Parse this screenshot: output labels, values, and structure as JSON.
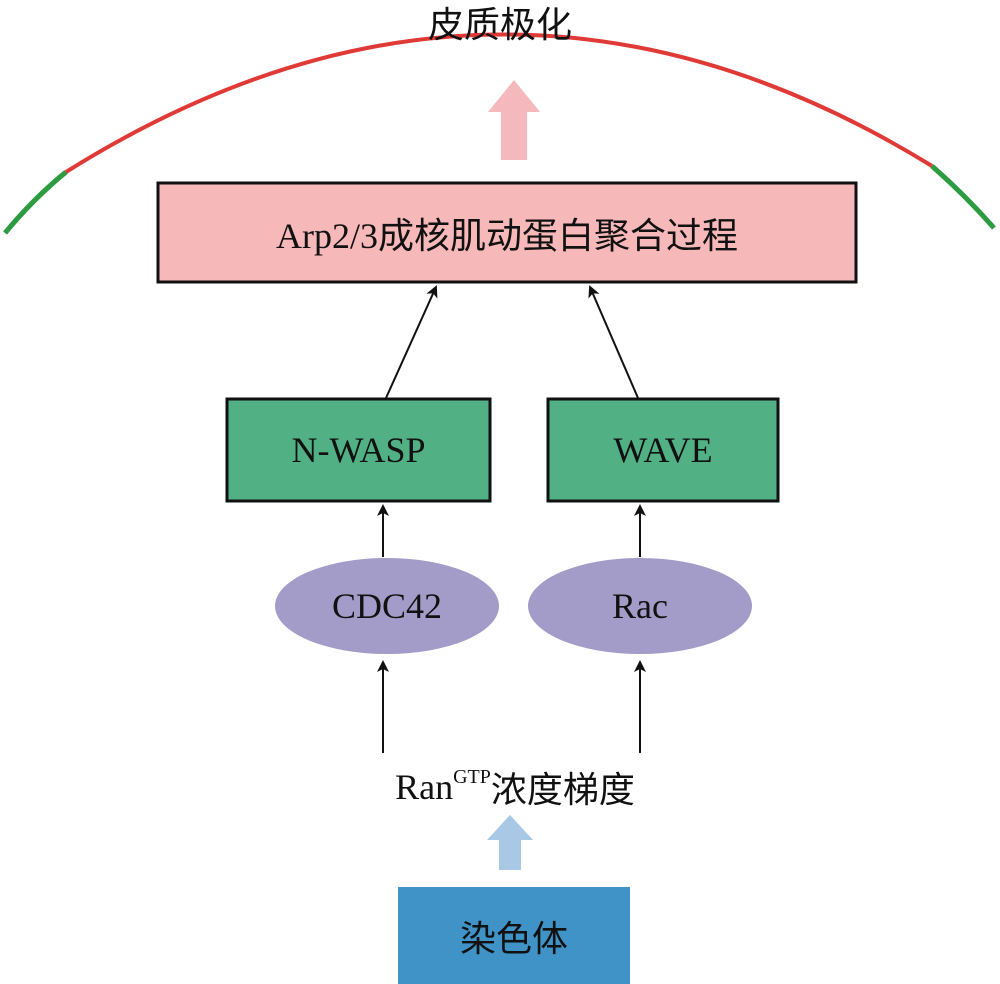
{
  "title": "皮质极化",
  "nodes": {
    "arp": "Arp2/3成核肌动蛋白聚合过程",
    "nwasp": "N-WASP",
    "wave": "WAVE",
    "cdc42": "CDC42",
    "rac": "Rac",
    "ran_gradient": {
      "base": "Ran",
      "sup": "GTP",
      "suffix": "浓度梯度"
    },
    "chromosome": "染色体"
  },
  "colors": {
    "arc_red": "#e03a36",
    "arc_green": "#2d9b3f",
    "arp_fill": "#f6b8b8",
    "green_box": "#52b085",
    "ellipse_fill": "#a39cc8",
    "chromosome_fill": "#3f93c6",
    "pink_arrow": "#f4b8bd",
    "blue_arrow": "#a8c8e6"
  }
}
